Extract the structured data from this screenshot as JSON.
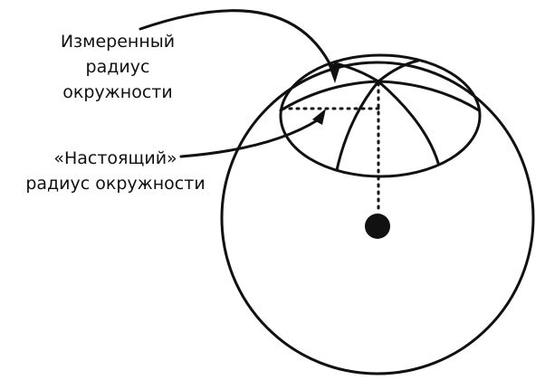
{
  "labels": {
    "measured": {
      "line1": "Измеренный",
      "line2": "радиус",
      "line3": "окружности"
    },
    "true": {
      "line1": "«Настоящий»",
      "line2": "радиус окружности"
    }
  },
  "colors": {
    "ink": "#111111",
    "background": "#ffffff"
  }
}
